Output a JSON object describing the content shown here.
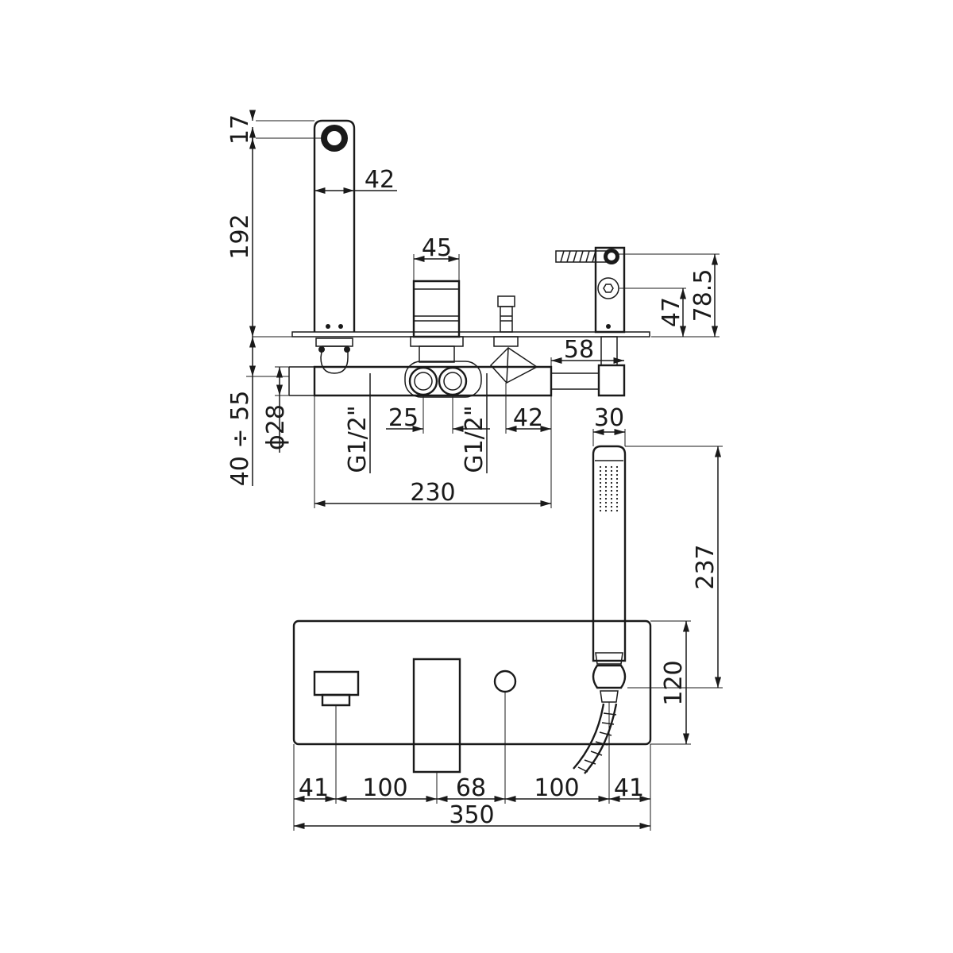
{
  "dimensions": {
    "spout_top": "17",
    "spout_width": "42",
    "spout_height": "192",
    "mixer_width": "45",
    "handshower_holder": "78.5",
    "button_height": "47",
    "hose_offset": "58",
    "deck_range": "40 ÷ 55",
    "pipe_diameter": "ϕ28",
    "inlet_left": "G1/2\"",
    "inlet_spacing": "25",
    "inlet_right": "G1/2\"",
    "diverter_offset": "42",
    "handshower_width": "30",
    "body_length": "230",
    "handshower_length": "237",
    "plate_height": "120",
    "plate_seg_1": "41",
    "plate_seg_2": "100",
    "plate_seg_3": "68",
    "plate_seg_4": "100",
    "plate_seg_5": "41",
    "plate_total": "350"
  }
}
